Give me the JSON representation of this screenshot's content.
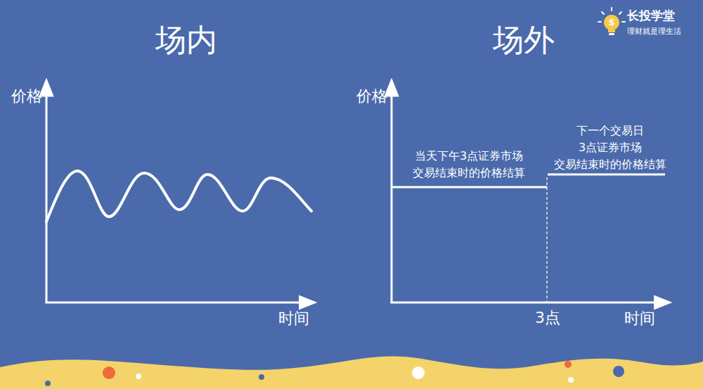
{
  "diagram": {
    "labels": [
      "场内",
      "场外",
      "$",
      "长投学堂",
      "理财就是理生活",
      "价格",
      "时间",
      "价格",
      "当天下午3点证券市场 交易结束时的价格结算",
      "下一个交易日 3点证券市场 交易结束时的价格结算",
      "3点",
      "时间"
    ]
  }
}
